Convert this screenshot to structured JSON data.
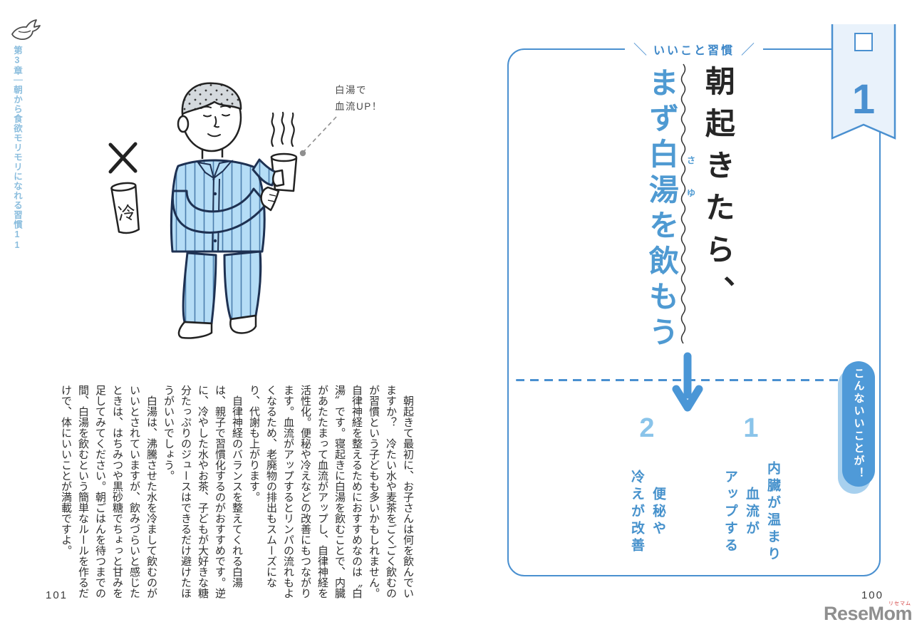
{
  "colors": {
    "accent_blue": "#4a90d0",
    "title_blue": "#4f9ad2",
    "benefit_number_blue": "#8ac4ea",
    "benefit_text_blue": "#4792cc",
    "pill_blue": "#4f9ad8",
    "pill_shadow_blue": "#a7d0ee",
    "ribbon_fill": "#e9f2fb",
    "pajama_blue": "#b5ddf6",
    "chapter_blue": "#8cbede",
    "ink": "#2e2e2e",
    "logo_gray": "#8f8f8f",
    "logo_red": "#d23b3b"
  },
  "icons": {
    "bird-icon": "line-drawn flying bird",
    "x-mark-icon": "hand-drawn X over cold glass",
    "steam-icon": "three steam squiggles over cup",
    "checkbox-icon": "empty square checkbox on ribbon",
    "arrow-down-icon": "thick blue downward arrow",
    "wavy-divider-icon": "vertical wavy rule between title columns"
  },
  "left_page": {
    "chapter_header": "第3章｜朝から食欲モリモリになれる習慣11",
    "illustration": {
      "caption_line1": "白湯で",
      "caption_line2": "血流UP！",
      "cold_glass_label": "冷"
    },
    "body_paragraphs": [
      "朝起きて最初に、お子さんは何を飲んでいますか？　冷たい水や麦茶をごくごく飲むのが習慣という子どもも多いかもしれません。自律神経を整えるためにおすすめなのは〝白湯〟です。寝起きに白湯を飲むことで、内臓があたたまって血流がアップし、自律神経を活性化。便秘や冷えなどの改善にもつながります。血流がアップするとリンパの流れもよくなるため、老廃物の排出もスムーズになり、代謝も上がります。",
      "自律神経のバランスを整えてくれる白湯は、親子で習慣化するのがおすすめです。逆に、冷やした水やお茶、子どもが大好きな糖分たっぷりのジュースはできるだけ避けたほうがいいでしょう。",
      "白湯は、沸騰させた水を冷まして飲むのがいいとされていますが、飲みづらいと感じたときは、はちみつや黒砂糖でちょっと甘みを足してみてください。朝ごはんを待つまでの間、白湯を飲むという簡単なルールを作るだけで、体にいいことが満載ですよ。"
    ],
    "page_number": "101"
  },
  "right_page": {
    "corner_decor_left": "＼",
    "corner_label": "いいこと習慣",
    "corner_decor_right": "／",
    "ribbon": {
      "number": "1"
    },
    "title": {
      "black": "朝起きたら、",
      "blue": "まず白湯を飲もう",
      "furigana": [
        "さ",
        "ゆ"
      ]
    },
    "tab_label": "こんないいことが！",
    "benefits": [
      {
        "number": "1",
        "lines": [
          "内臓が温まり",
          "血流が",
          "アップする"
        ]
      },
      {
        "number": "2",
        "lines": [
          "便秘や",
          "冷えが改善"
        ]
      }
    ],
    "page_number": "100",
    "logo": {
      "text": "ReseMom.",
      "ruby": "リセマム"
    }
  }
}
